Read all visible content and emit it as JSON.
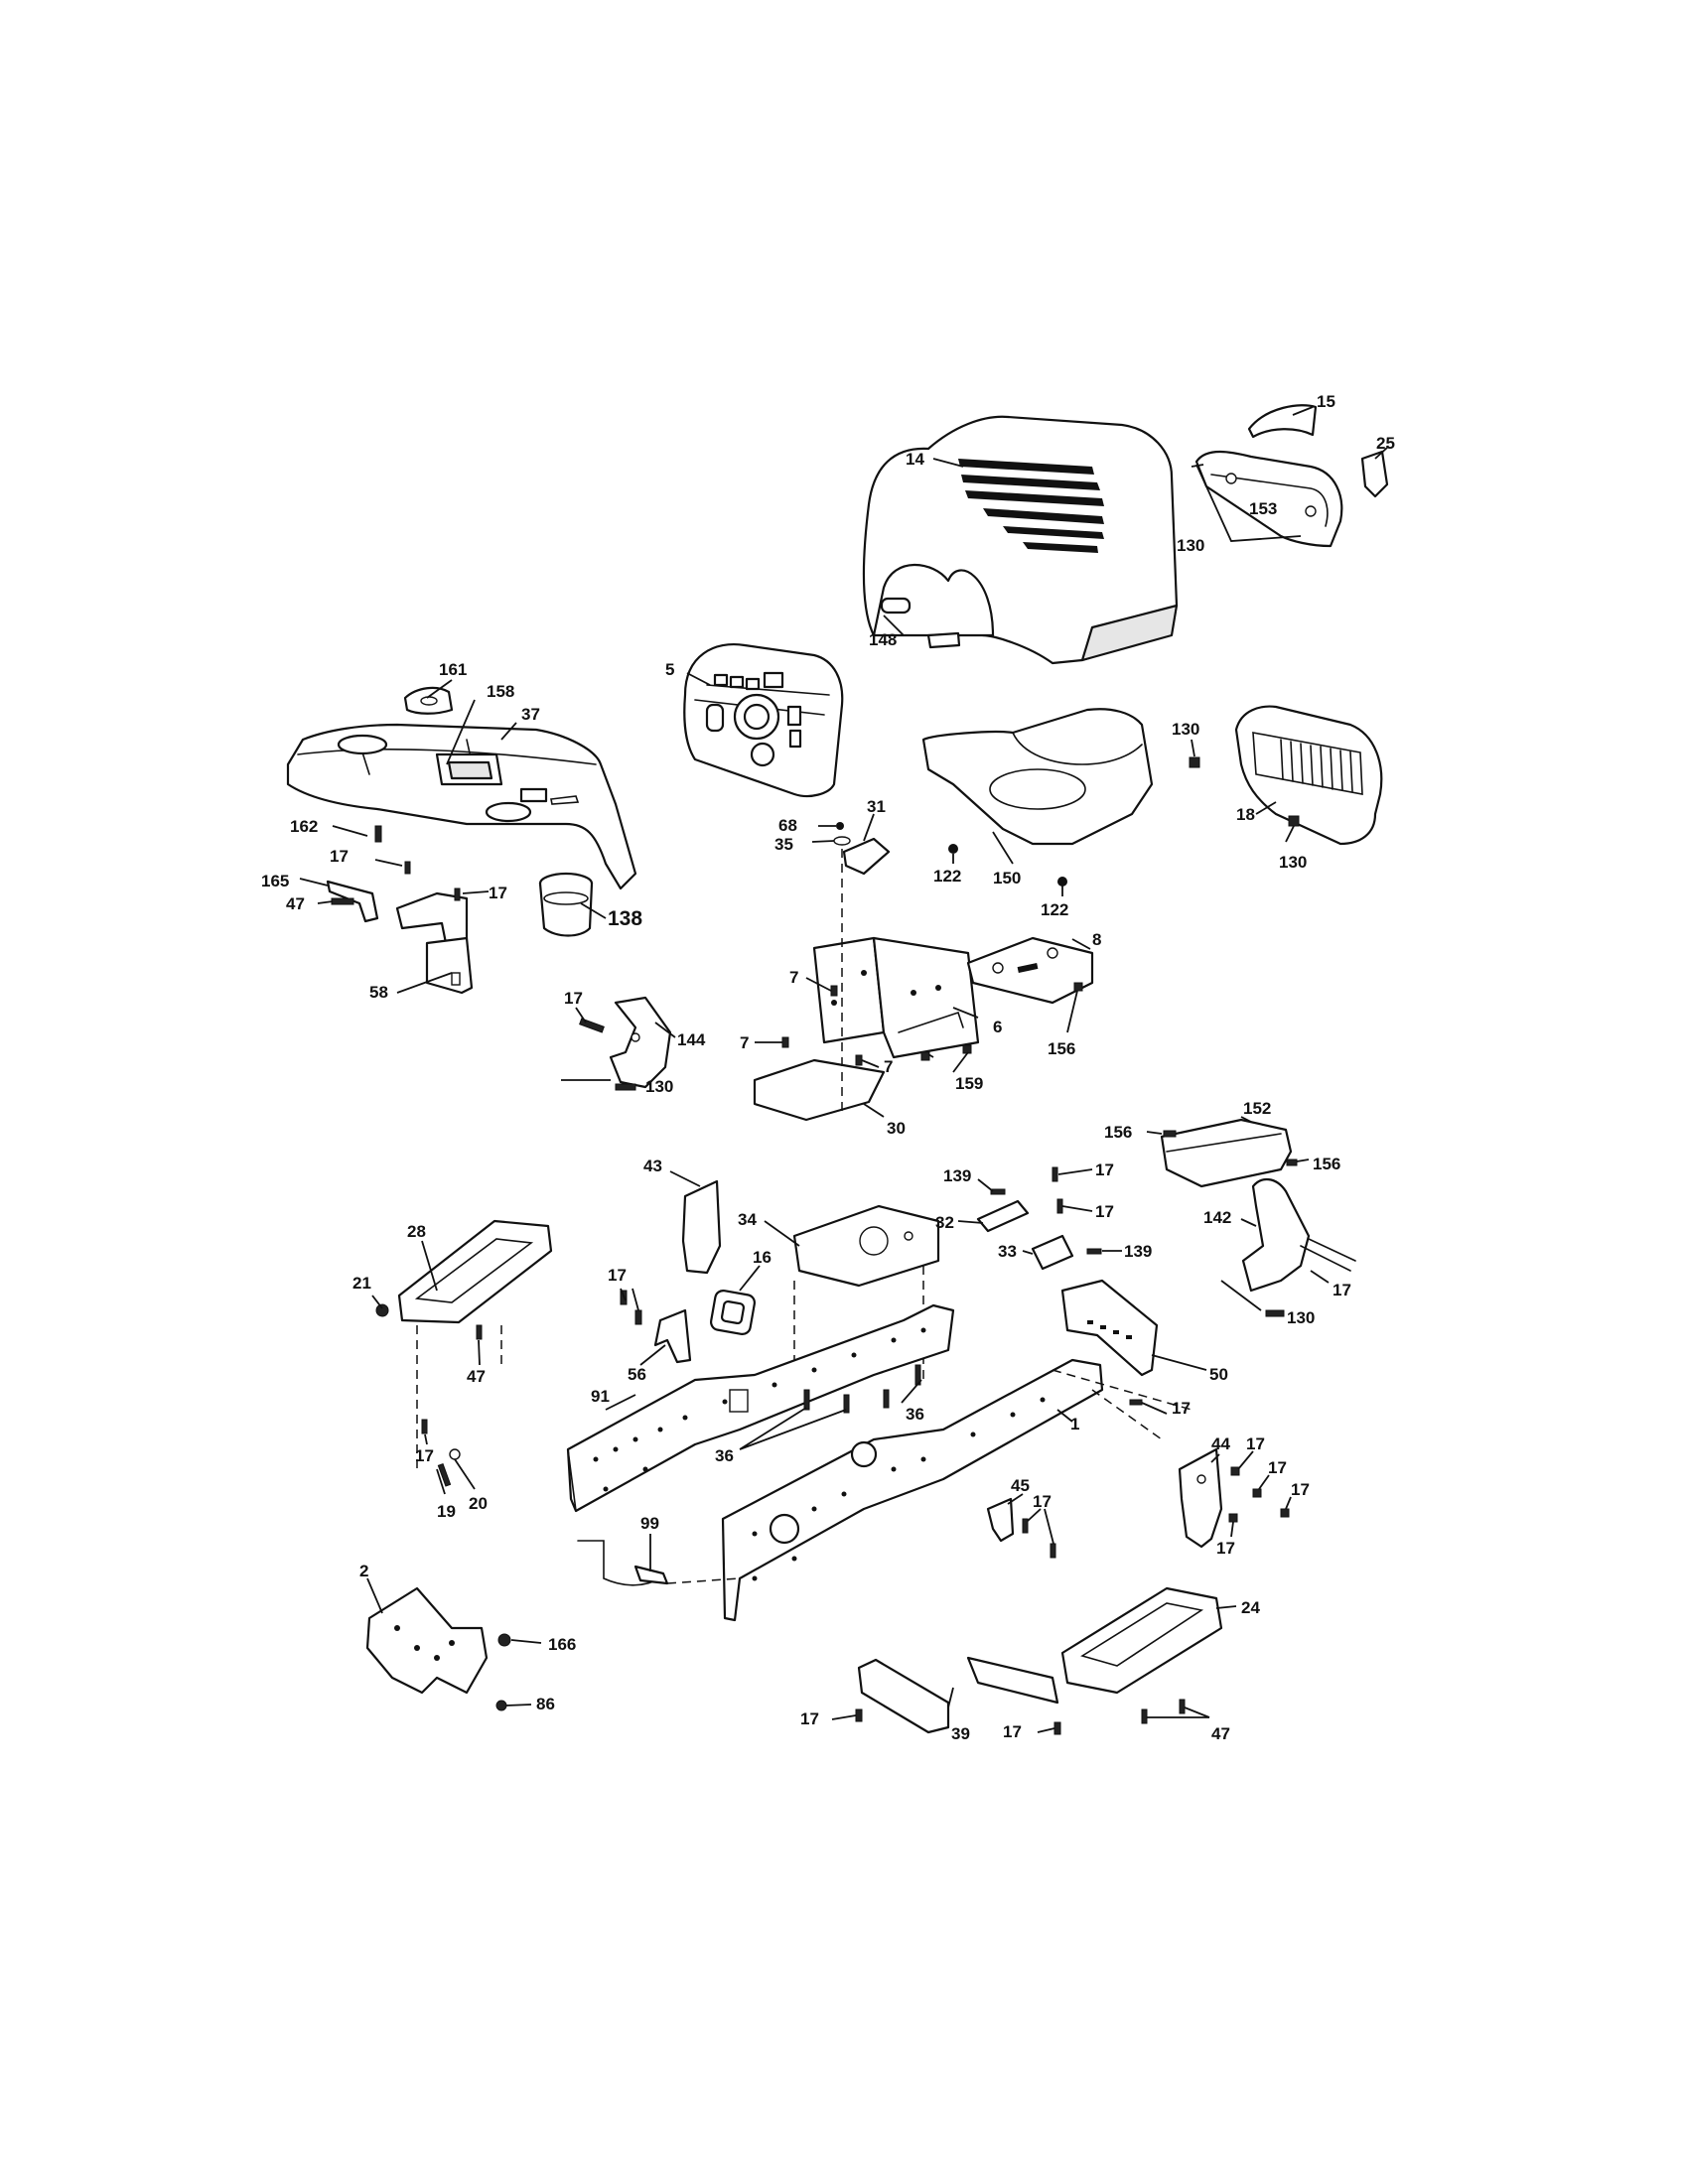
{
  "callouts": {
    "c14": "14",
    "c15": "15",
    "c25": "25",
    "c153": "153",
    "c130a": "130",
    "c148": "148",
    "c5": "5",
    "c161": "161",
    "c158": "158",
    "c37": "37",
    "c162": "162",
    "c17a": "17",
    "c165": "165",
    "c47a": "47",
    "c17b": "17",
    "c138": "138",
    "c58": "58",
    "c68": "68",
    "c35": "35",
    "c31": "31",
    "c122a": "122",
    "c150": "150",
    "c122b": "122",
    "c130b": "130",
    "c18": "18",
    "c130c": "130",
    "c7a": "7",
    "c8": "8",
    "c6": "6",
    "c156a": "156",
    "c7b": "7",
    "c7c": "7",
    "c159": "159",
    "c30": "30",
    "c17c": "17",
    "c144": "144",
    "c130d": "130",
    "c156b": "156",
    "c152": "152",
    "c156c": "156",
    "c43": "43",
    "c28": "28",
    "c21": "21",
    "c34": "34",
    "c139a": "139",
    "c32": "32",
    "c17d": "17",
    "c17e": "17",
    "c33": "33",
    "c139b": "139",
    "c142": "142",
    "c17f": "17",
    "c130e": "130",
    "c17g": "17",
    "c16": "16",
    "c56": "56",
    "c47b": "47",
    "c50": "50",
    "c91": "91",
    "c36a": "36",
    "c36b": "36",
    "c17h": "17",
    "c1": "1",
    "c17i": "17",
    "c44": "44",
    "c17j": "17",
    "c17k": "17",
    "c17l": "17",
    "c17m": "17",
    "c20": "20",
    "c19": "19",
    "c45": "45",
    "c17n": "17",
    "c99": "99",
    "c2": "2",
    "c166": "166",
    "c86": "86",
    "c24": "24",
    "c17o": "17",
    "c39": "39",
    "c17p": "17",
    "c47c": "47"
  }
}
